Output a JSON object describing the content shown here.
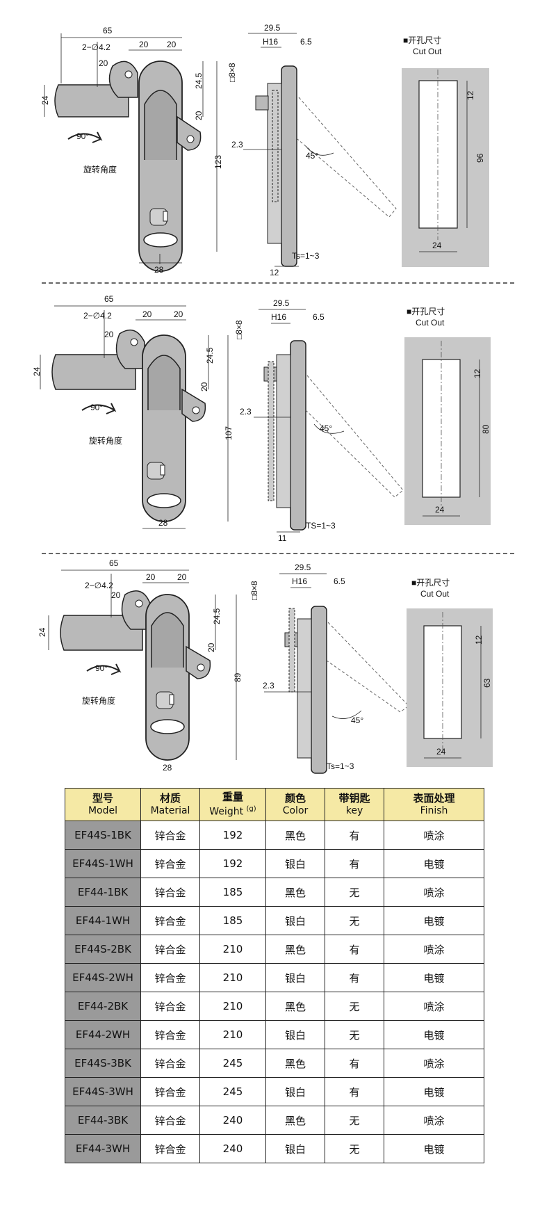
{
  "labels": {
    "rotation_angle": "旋转角度",
    "cutout_cn": "■开孔尺寸",
    "cutout_en": "Cut Out",
    "angle": "45°",
    "rot90": "90°",
    "hole": "2−∅4.2",
    "square": "□8×8",
    "h16": "H16",
    "d29_5": "29.5",
    "d6_5": "6.5",
    "d2_3": "2.3",
    "d65": "65",
    "d20": "20",
    "d24": "24",
    "d24_5": "24.5",
    "d28": "28",
    "d12": "12",
    "d11": "11",
    "ts_lower": "Ts=1~3",
    "ts_upper": "TS=1~3"
  },
  "variants": [
    {
      "height": "123",
      "cutout_height": "96",
      "thickness_label": "Ts=1~3",
      "bottom_dim": "12"
    },
    {
      "height": "107",
      "cutout_height": "80",
      "thickness_label": "TS=1~3",
      "bottom_dim": "11"
    },
    {
      "height": "89",
      "cutout_height": "63",
      "thickness_label": "Ts=1~3",
      "bottom_dim": ""
    }
  ],
  "table": {
    "headers": [
      {
        "cn": "型号",
        "en": "Model",
        "unit": ""
      },
      {
        "cn": "材质",
        "en": "Material",
        "unit": ""
      },
      {
        "cn": "重量",
        "en": "Weight",
        "unit": "(g)"
      },
      {
        "cn": "颜色",
        "en": "Color",
        "unit": ""
      },
      {
        "cn": "带钥匙",
        "en": "key",
        "unit": ""
      },
      {
        "cn": "表面处理",
        "en": "Finish",
        "unit": ""
      }
    ],
    "rows": [
      [
        "EF44S-1BK",
        "锌合金",
        "192",
        "黑色",
        "有",
        "喷涂"
      ],
      [
        "EF44S-1WH",
        "锌合金",
        "192",
        "银白",
        "有",
        "电镀"
      ],
      [
        "EF44-1BK",
        "锌合金",
        "185",
        "黑色",
        "无",
        "喷涂"
      ],
      [
        "EF44-1WH",
        "锌合金",
        "185",
        "银白",
        "无",
        "电镀"
      ],
      [
        "EF44S-2BK",
        "锌合金",
        "210",
        "黑色",
        "有",
        "喷涂"
      ],
      [
        "EF44S-2WH",
        "锌合金",
        "210",
        "银白",
        "有",
        "电镀"
      ],
      [
        "EF44-2BK",
        "锌合金",
        "210",
        "黑色",
        "无",
        "喷涂"
      ],
      [
        "EF44-2WH",
        "锌合金",
        "210",
        "银白",
        "无",
        "电镀"
      ],
      [
        "EF44S-3BK",
        "锌合金",
        "245",
        "黑色",
        "有",
        "喷涂"
      ],
      [
        "EF44S-3WH",
        "锌合金",
        "245",
        "银白",
        "有",
        "电镀"
      ],
      [
        "EF44-3BK",
        "锌合金",
        "240",
        "黑色",
        "无",
        "喷涂"
      ],
      [
        "EF44-3WH",
        "锌合金",
        "240",
        "银白",
        "无",
        "电镀"
      ]
    ]
  },
  "colors": {
    "part_fill": "#b9b9b9",
    "part_stroke": "#222222",
    "cutout_bg": "#c8c8c8",
    "header_bg": "#f5e9a5",
    "model_cell_bg": "#9a9a9a"
  }
}
